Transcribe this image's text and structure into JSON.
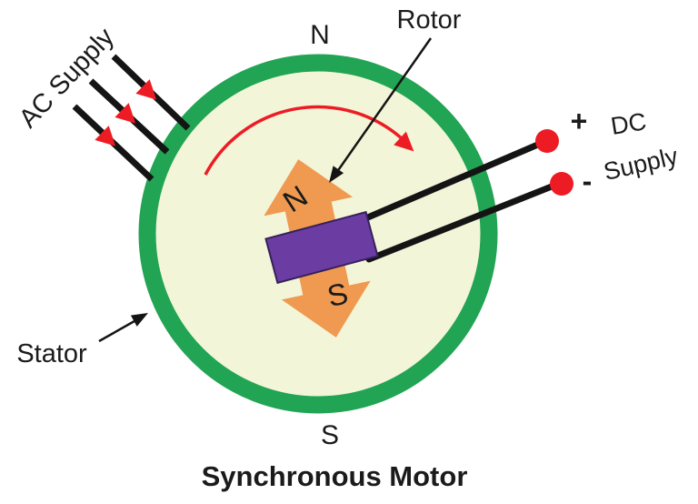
{
  "diagram": {
    "title": "Synchronous Motor",
    "stator": {
      "label": "Stator",
      "pole_top": "N",
      "pole_bottom": "S"
    },
    "rotor": {
      "label": "Rotor",
      "pole_north": "N",
      "pole_south": "S"
    },
    "ac_supply": {
      "label": "AC Supply"
    },
    "dc_supply": {
      "plus": "+",
      "minus": "-",
      "word1": "DC",
      "word2": "Supply"
    },
    "colors": {
      "stator_green": "#21A453",
      "stator_inner": "#F3F5D8",
      "rotor_orange": "#EF9A50",
      "magnet_purple": "#6B3DA2",
      "magnet_outline": "#35205C",
      "signal_red": "#ED1C24",
      "title_red": "#DC2A4B",
      "line_black": "#141414"
    }
  }
}
